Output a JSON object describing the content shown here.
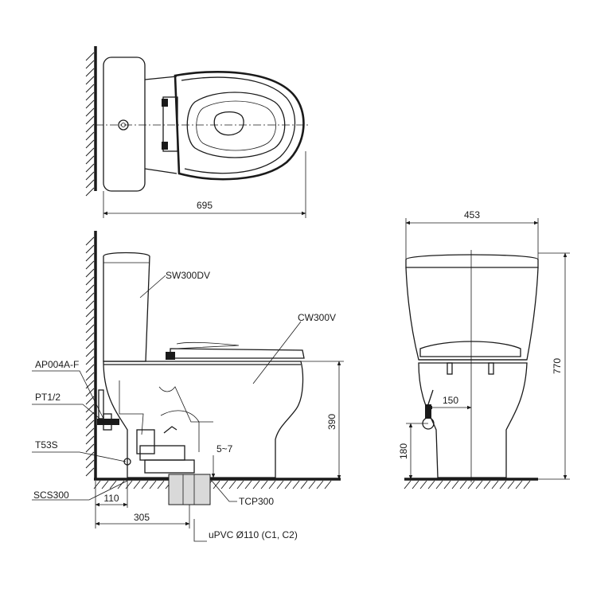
{
  "colors": {
    "line": "#1a1a1a",
    "background": "#ffffff",
    "fill_grey": "#d9d9d9"
  },
  "top_view": {
    "width_dim": "695"
  },
  "side_view": {
    "tank_label": "SW300DV",
    "bowl_label": "CW300V",
    "height_dim": "390",
    "gap_dim": "5~7",
    "rough_in_dim": "305",
    "wall_offset_dim": "110",
    "parts": {
      "stop_valve": "AP004A-F",
      "supply_thread": "PT1/2",
      "hose": "T53S",
      "sealing": "SCS300",
      "flange": "TCP300",
      "drain_pipe": "uPVC Ø110 (C1, C2)"
    }
  },
  "front_view": {
    "width_dim": "453",
    "total_height_dim": "770",
    "supply_height_dim": "180",
    "supply_offset_dim": "150"
  }
}
